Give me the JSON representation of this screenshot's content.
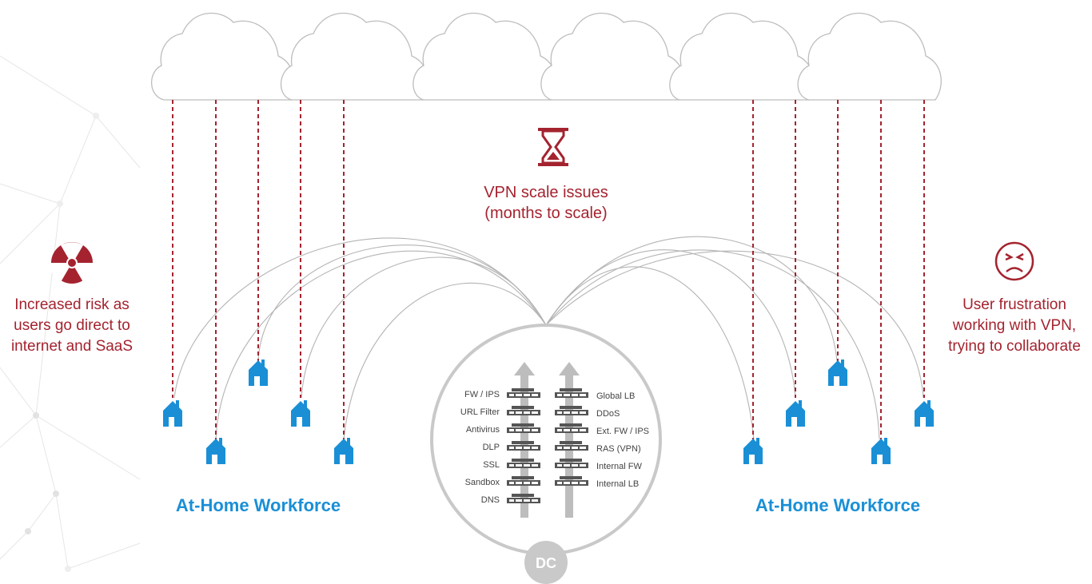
{
  "vpn_note": {
    "line1": "VPN scale issues",
    "line2": "(months to scale)"
  },
  "left_note": {
    "line1": "Increased risk as",
    "line2": "users go direct to",
    "line3": "internet and SaaS"
  },
  "right_note": {
    "line1": "User frustration",
    "line2": "working with VPN,",
    "line3": "trying to collaborate"
  },
  "workforce_left": "At-Home Workforce",
  "workforce_right": "At-Home Workforce",
  "dc": {
    "label": "DC",
    "left_stack": [
      "FW / IPS",
      "URL Filter",
      "Antivirus",
      "DLP",
      "SSL",
      "Sandbox",
      "DNS"
    ],
    "right_stack": [
      "Global LB",
      "DDoS",
      "Ext. FW / IPS",
      "RAS (VPN)",
      "Internal FW",
      "Internal LB"
    ]
  },
  "icons": {
    "hourglass": "hourglass-icon",
    "radiation": "radiation-icon",
    "frustrated_face": "frustrated-face-icon",
    "house": "house-icon",
    "cloud": "cloud-icon",
    "server": "server-icon"
  },
  "colors": {
    "accent_red": "#a4232f",
    "accent_blue": "#1a8fd6",
    "line_gray": "#b4b4b4",
    "dc_circle": "#c9c9c9"
  }
}
